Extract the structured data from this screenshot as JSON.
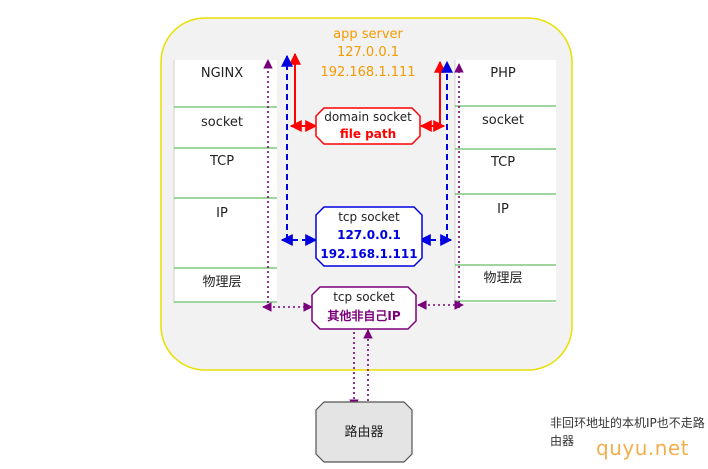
{
  "server": {
    "title": "app server",
    "ip_loopback": "127.0.0.1",
    "ip_lan": "192.168.1.111"
  },
  "left_stack": [
    "NGINX",
    "socket",
    "TCP",
    "IP",
    "物理层"
  ],
  "right_stack": [
    "PHP",
    "socket",
    "TCP",
    "IP",
    "物理层"
  ],
  "domain_socket": {
    "title": "domain socket",
    "subtitle": "file path"
  },
  "tcp_socket_local": {
    "title": "tcp socket",
    "line1": "127.0.0.1",
    "line2": "192.168.1.111"
  },
  "tcp_socket_other": {
    "title": "tcp socket",
    "subtitle": "其他非自己IP"
  },
  "router": {
    "label": "路由器"
  },
  "note": "非回环地址的本机IP也不走路由器",
  "watermark": "quyu.net",
  "colors": {
    "server_fill": "#f2f2f2",
    "server_border": "#e8e000",
    "title_orange": "#f59a00",
    "stack_line": "#3fae3f",
    "red": "#ff0000",
    "blue": "#0000e0",
    "purple": "#7b007b",
    "router_fill": "#e4e4e4"
  }
}
